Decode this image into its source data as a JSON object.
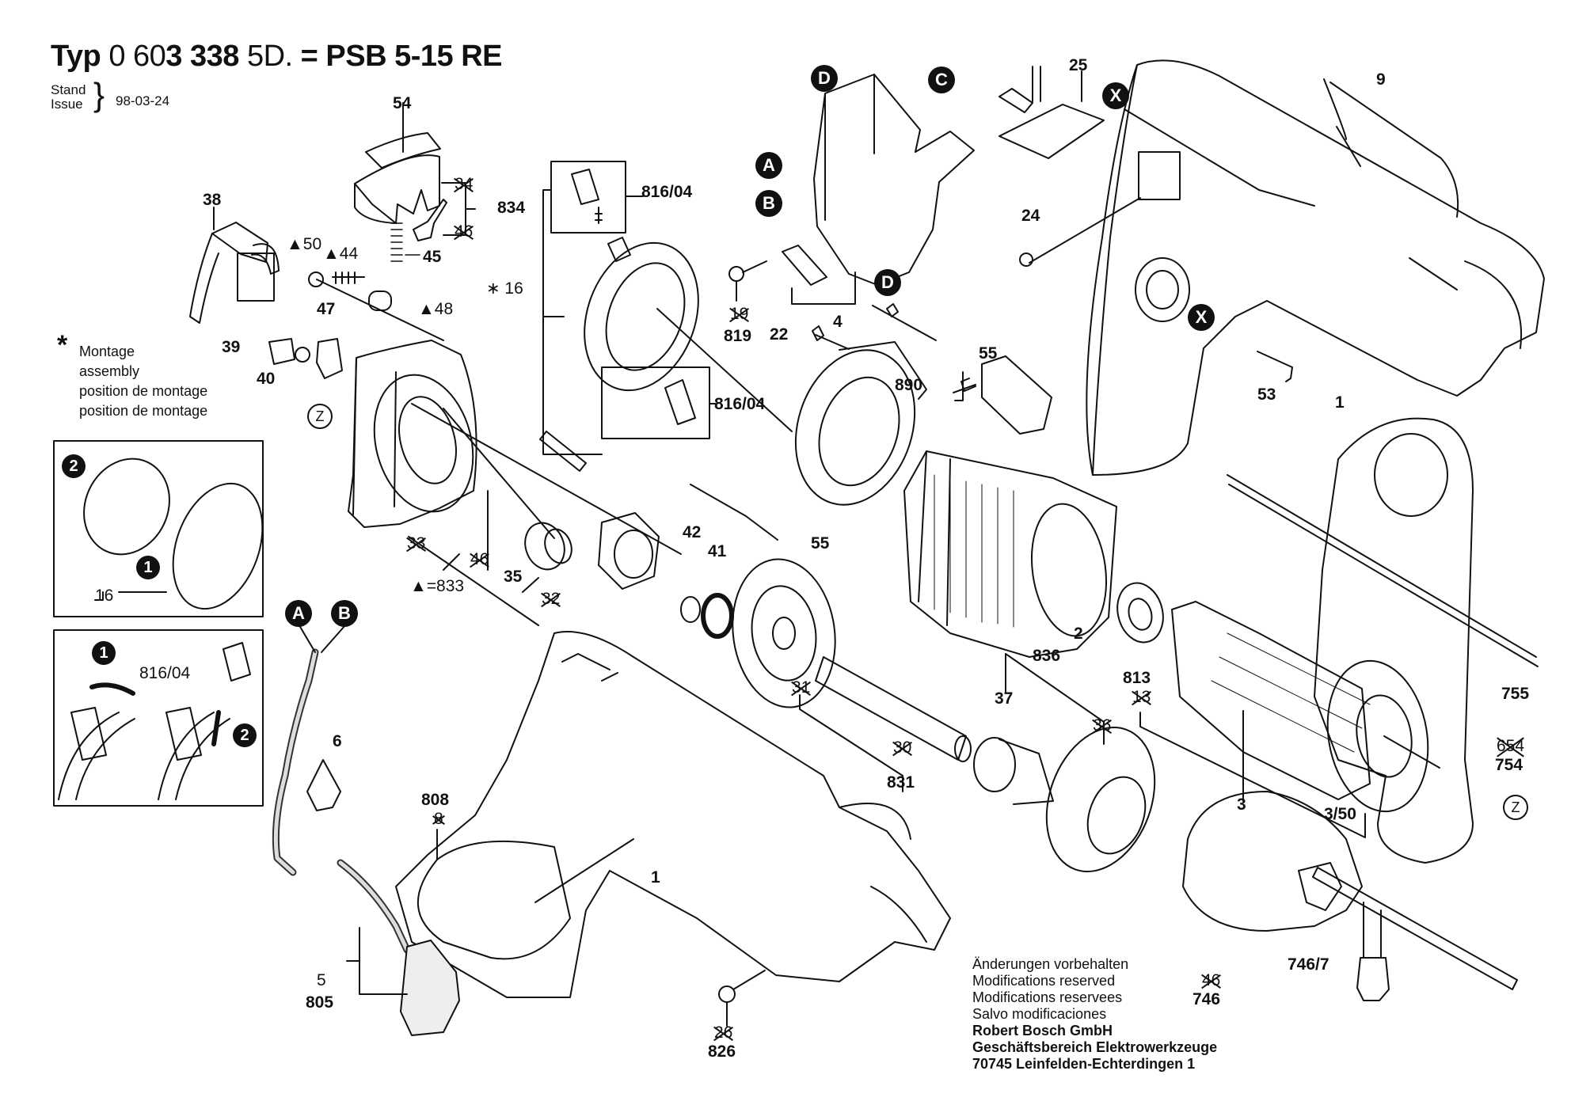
{
  "title": {
    "prefix": "Typ",
    "number_light_1": "0 60",
    "number_bold_1": "3 338",
    "number_light_2": "5D.",
    "equals": "=",
    "model": "PSB 5-15 RE"
  },
  "issue": {
    "label_de": "Stand",
    "label_en": "Issue",
    "date": "98-03-24"
  },
  "assembly_note": {
    "symbol": "*",
    "lines": [
      "Montage",
      "assembly",
      "position de montage",
      "position de montage"
    ]
  },
  "legend_triangle": "▲=833",
  "callouts": {
    "A": "A",
    "B": "B",
    "C": "C",
    "D": "D",
    "X": "X",
    "Z": "Z",
    "step1": "1",
    "step2": "2"
  },
  "parts": {
    "p54": "54",
    "p34": "34",
    "p834": "834",
    "p46a": "46",
    "p45": "45",
    "p38": "38",
    "p50": "▲50",
    "p44": "▲44",
    "p48": "▲48",
    "p47": "47",
    "p39": "39",
    "p40": "40",
    "p816_04": "816/04",
    "p16": "∗ 16",
    "p819_old": "19",
    "p819": "819",
    "p22": "22",
    "p4": "4",
    "p55": "55",
    "p890": "890",
    "p25": "25",
    "p24": "24",
    "p9": "9",
    "p53": "53",
    "p1": "1",
    "p33": "33",
    "p46b": "46",
    "p35": "35",
    "p32": "32",
    "p42": "42",
    "p41": "41",
    "p2": "2",
    "p813": "813",
    "p813_old": "13",
    "p836": "836",
    "p37": "37",
    "p36": "36",
    "p31": "31",
    "p30": "30",
    "p831": "831",
    "p3": "3",
    "p3_50": "3/50",
    "p755": "755",
    "p654": "654",
    "p754": "754",
    "p6": "6",
    "p808": "808",
    "p808_old": "8",
    "p5": "5",
    "p805": "805",
    "p826_old": "26",
    "p826": "826",
    "p746_old": "46",
    "p746": "746",
    "p746_7": "746/7",
    "inset_16": "16",
    "inset_816_04": "816/04"
  },
  "footer": {
    "lines": [
      "Änderungen vorbehalten",
      "Modifications reserved",
      "Modifications reservees",
      "Salvo modificaciones"
    ],
    "company": "Robert Bosch GmbH",
    "division": "Geschäftsbereich Elektrowerkzeuge",
    "address": "70745 Leinfelden-Echterdingen 1"
  }
}
